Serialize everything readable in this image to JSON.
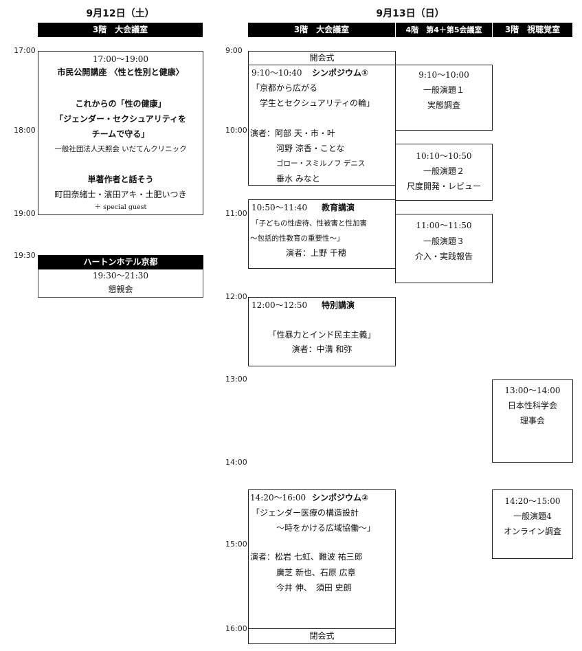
{
  "day1": {
    "title": "9月12日（土）",
    "room": "3階　大会議室",
    "times": [
      "17:00",
      "18:00",
      "19:00",
      "19:30"
    ],
    "session": {
      "time": "17:00～19:00",
      "title": "市民公開講座 〈性と性別と健康〉",
      "sub_title": "これからの「性の健康」",
      "sub_line2": "「ジェンダー・セクシュアリティを",
      "sub_line3": "チームで守る」",
      "org": "一般社団法人天照会 いだてんクリニック",
      "author_title": "単著作者と話そう",
      "authors": "町田奈緒士・濱田アキ・土肥いつき",
      "guest": "＋ special guest"
    },
    "reception": {
      "venue": "ハートンホテル京都",
      "time": "19:30～21:30",
      "name": "懇親会"
    }
  },
  "day2": {
    "title": "9月13日（日）",
    "rooms": [
      "3階　大会議室",
      "4階　第4＋第5会議室",
      "3階　視聴覚室"
    ],
    "times": [
      "9:00",
      "10:00",
      "11:00",
      "12:00",
      "13:00",
      "14:00",
      "15:00",
      "16:00"
    ],
    "opening": "開会式",
    "closing": "閉会式",
    "sym1": {
      "time": "9:10～10:40",
      "label": "シンポジウム①",
      "title1": "「京都から広がる",
      "title2": "学生とセクシュアリティの輪」",
      "speakers": [
        "演者：阿部 天・市・叶",
        "河野 涼香・ことな",
        "ゴロー・スミルノフ デニス",
        "垂水 みなと"
      ]
    },
    "edu": {
      "time": "10:50～11:40",
      "label": "教育講演",
      "title1": "「子どもの性虐待、性被害と性加害",
      "title2": "～包括的性教育の重要性～」",
      "speaker": "演者：上野 千穂"
    },
    "special": {
      "time": "12:00～12:50",
      "label": "特別講演",
      "title": "「性暴力とインド民主主義」",
      "speaker": "演者：中溝 和弥"
    },
    "sym2": {
      "time": "14:20～16:00",
      "label": "シンポジウム②",
      "title1": "「ジェンダー医療の構造設計",
      "title2": "～時をかける広域協働～」",
      "speakers": [
        "演者：松岩 七虹、難波 祐三郎",
        "廣芝 新也、石原 広章",
        "今井 伸、　須田 史朗"
      ]
    },
    "g1": {
      "time": "9:10～10:00",
      "label": "一般演題１",
      "topic": "実態調査"
    },
    "g2": {
      "time": "10:10～10:50",
      "label": "一般演題２",
      "topic": "尺度開発・レビュー"
    },
    "g3": {
      "time": "11:00～11:50",
      "label": "一般演題３",
      "topic": "介入・実践報告"
    },
    "board": {
      "time": "13:00～14:00",
      "line1": "日本性科学会",
      "line2": "理事会"
    },
    "g4": {
      "time": "14:20～15:00",
      "label": "一般演題4",
      "topic": "オンライン調査"
    }
  }
}
